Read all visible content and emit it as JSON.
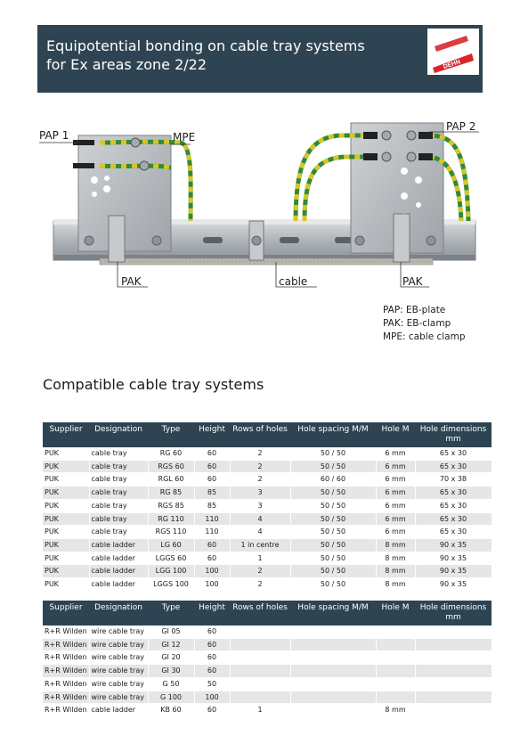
{
  "header": {
    "title_line1": "Equipotential bonding on cable tray systems",
    "title_line2": "for Ex areas zone 2/22",
    "logo_text": "DEHN"
  },
  "figure": {
    "label_pap1": "PAP 1",
    "label_mpe": "MPE",
    "label_pap2": "PAP 2",
    "label_pak_left": "PAK",
    "label_cable": "cable",
    "label_pak_right": "PAK"
  },
  "legend": {
    "line1": "PAP: EB-plate",
    "line2": "PAK: EB-clamp",
    "line3": "MPE: cable clamp"
  },
  "section_title": "Compatible cable tray systems",
  "table1": {
    "headers": [
      "Supplier",
      "Designation",
      "Type",
      "Height",
      "Rows of holes",
      "Hole spacing M/M",
      "Hole M",
      "Hole dimensions mm"
    ],
    "rows": [
      [
        "PUK",
        "cable tray",
        "RG 60",
        "60",
        "2",
        "50 / 50",
        "6 mm",
        "65 x 30"
      ],
      [
        "PUK",
        "cable tray",
        "RGS 60",
        "60",
        "2",
        "50 / 50",
        "6 mm",
        "65 x 30"
      ],
      [
        "PUK",
        "cable tray",
        "RGL 60",
        "60",
        "2",
        "60 / 60",
        "6 mm",
        "70 x 38"
      ],
      [
        "PUK",
        "cable tray",
        "RG 85",
        "85",
        "3",
        "50 / 50",
        "6 mm",
        "65 x 30"
      ],
      [
        "PUK",
        "cable tray",
        "RGS 85",
        "85",
        "3",
        "50 / 50",
        "6 mm",
        "65 x 30"
      ],
      [
        "PUK",
        "cable tray",
        "RG 110",
        "110",
        "4",
        "50 / 50",
        "6 mm",
        "65 x 30"
      ],
      [
        "PUK",
        "cable tray",
        "RGS 110",
        "110",
        "4",
        "50 / 50",
        "6 mm",
        "65 x 30"
      ],
      [
        "PUK",
        "cable ladder",
        "LG 60",
        "60",
        "1 in centre",
        "50 / 50",
        "8 mm",
        "90 x 35"
      ],
      [
        "PUK",
        "cable ladder",
        "LGGS 60",
        "60",
        "1",
        "50 / 50",
        "8 mm",
        "90 x 35"
      ],
      [
        "PUK",
        "cable ladder",
        "LGG 100",
        "100",
        "2",
        "50 / 50",
        "8 mm",
        "90 x 35"
      ],
      [
        "PUK",
        "cable ladder",
        "LGGS 100",
        "100",
        "2",
        "50 / 50",
        "8 mm",
        "90 x 35"
      ]
    ]
  },
  "table2": {
    "headers": [
      "Supplier",
      "Designation",
      "Type",
      "Height",
      "Rows of holes",
      "Hole spacing M/M",
      "Hole M",
      "Hole dimensions mm"
    ],
    "rows": [
      [
        "R+R Wilden",
        "wire cable tray",
        "GI 05",
        "60",
        "",
        "",
        "",
        ""
      ],
      [
        "R+R Wilden",
        "wire cable tray",
        "GI 12",
        "60",
        "",
        "",
        "",
        ""
      ],
      [
        "R+R Wilden",
        "wire cable tray",
        "GI 20",
        "60",
        "",
        "",
        "",
        ""
      ],
      [
        "R+R Wilden",
        "wire cable tray",
        "GI 30",
        "60",
        "",
        "",
        "",
        ""
      ],
      [
        "R+R Wilden",
        "wire cable tray",
        "G 50",
        "50",
        "",
        "",
        "",
        ""
      ],
      [
        "R+R Wilden",
        "wire cable tray",
        "G 100",
        "100",
        "",
        "",
        "",
        ""
      ],
      [
        "R+R Wilden",
        "cable ladder",
        "KB 60",
        "60",
        "1",
        "",
        "8 mm",
        ""
      ]
    ]
  },
  "colors": {
    "header_bg": "#2e4452",
    "logo_red": "#d8262c",
    "wire_green": "#2f8a3a",
    "wire_yellow": "#d7c629"
  }
}
